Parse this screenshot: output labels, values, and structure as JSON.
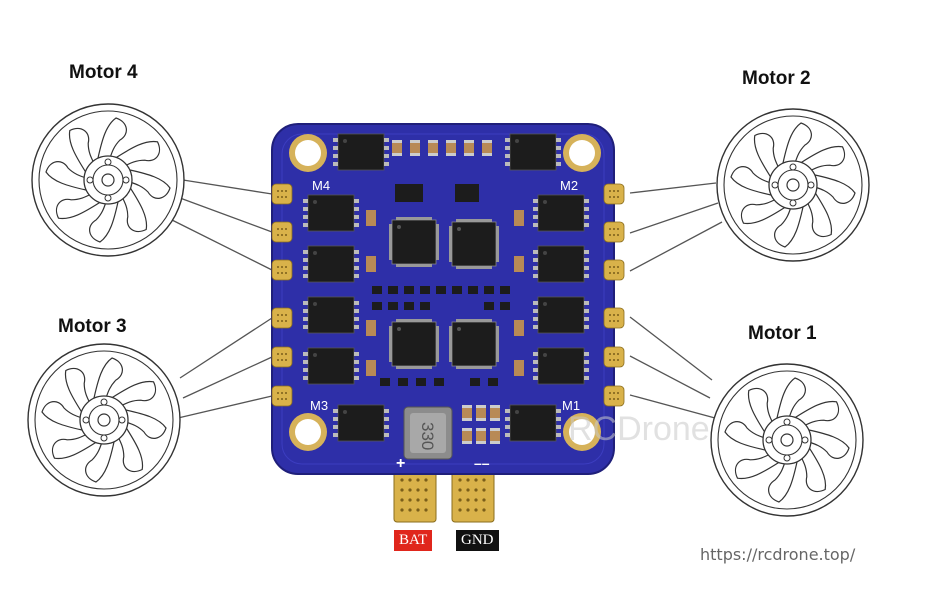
{
  "motors": [
    {
      "label": "Motor 4"
    },
    {
      "label": "Motor 2"
    },
    {
      "label": "Motor 3"
    },
    {
      "label": "Motor 1"
    }
  ],
  "board": {
    "pad_labels": [
      "M4",
      "M2",
      "M3",
      "M1"
    ],
    "inductor_marking": "330",
    "polarity_plus": "+",
    "polarity_minus": "––",
    "colors": {
      "pcb": "#2e2fa8",
      "pcb_dark": "#1f1f7a",
      "pad": "#d9b24a",
      "chip": "#1c1c1c"
    }
  },
  "terminals": {
    "bat": "BAT",
    "gnd": "GND"
  },
  "watermark": "RCDrone",
  "url": "https://rcdrone.top/"
}
